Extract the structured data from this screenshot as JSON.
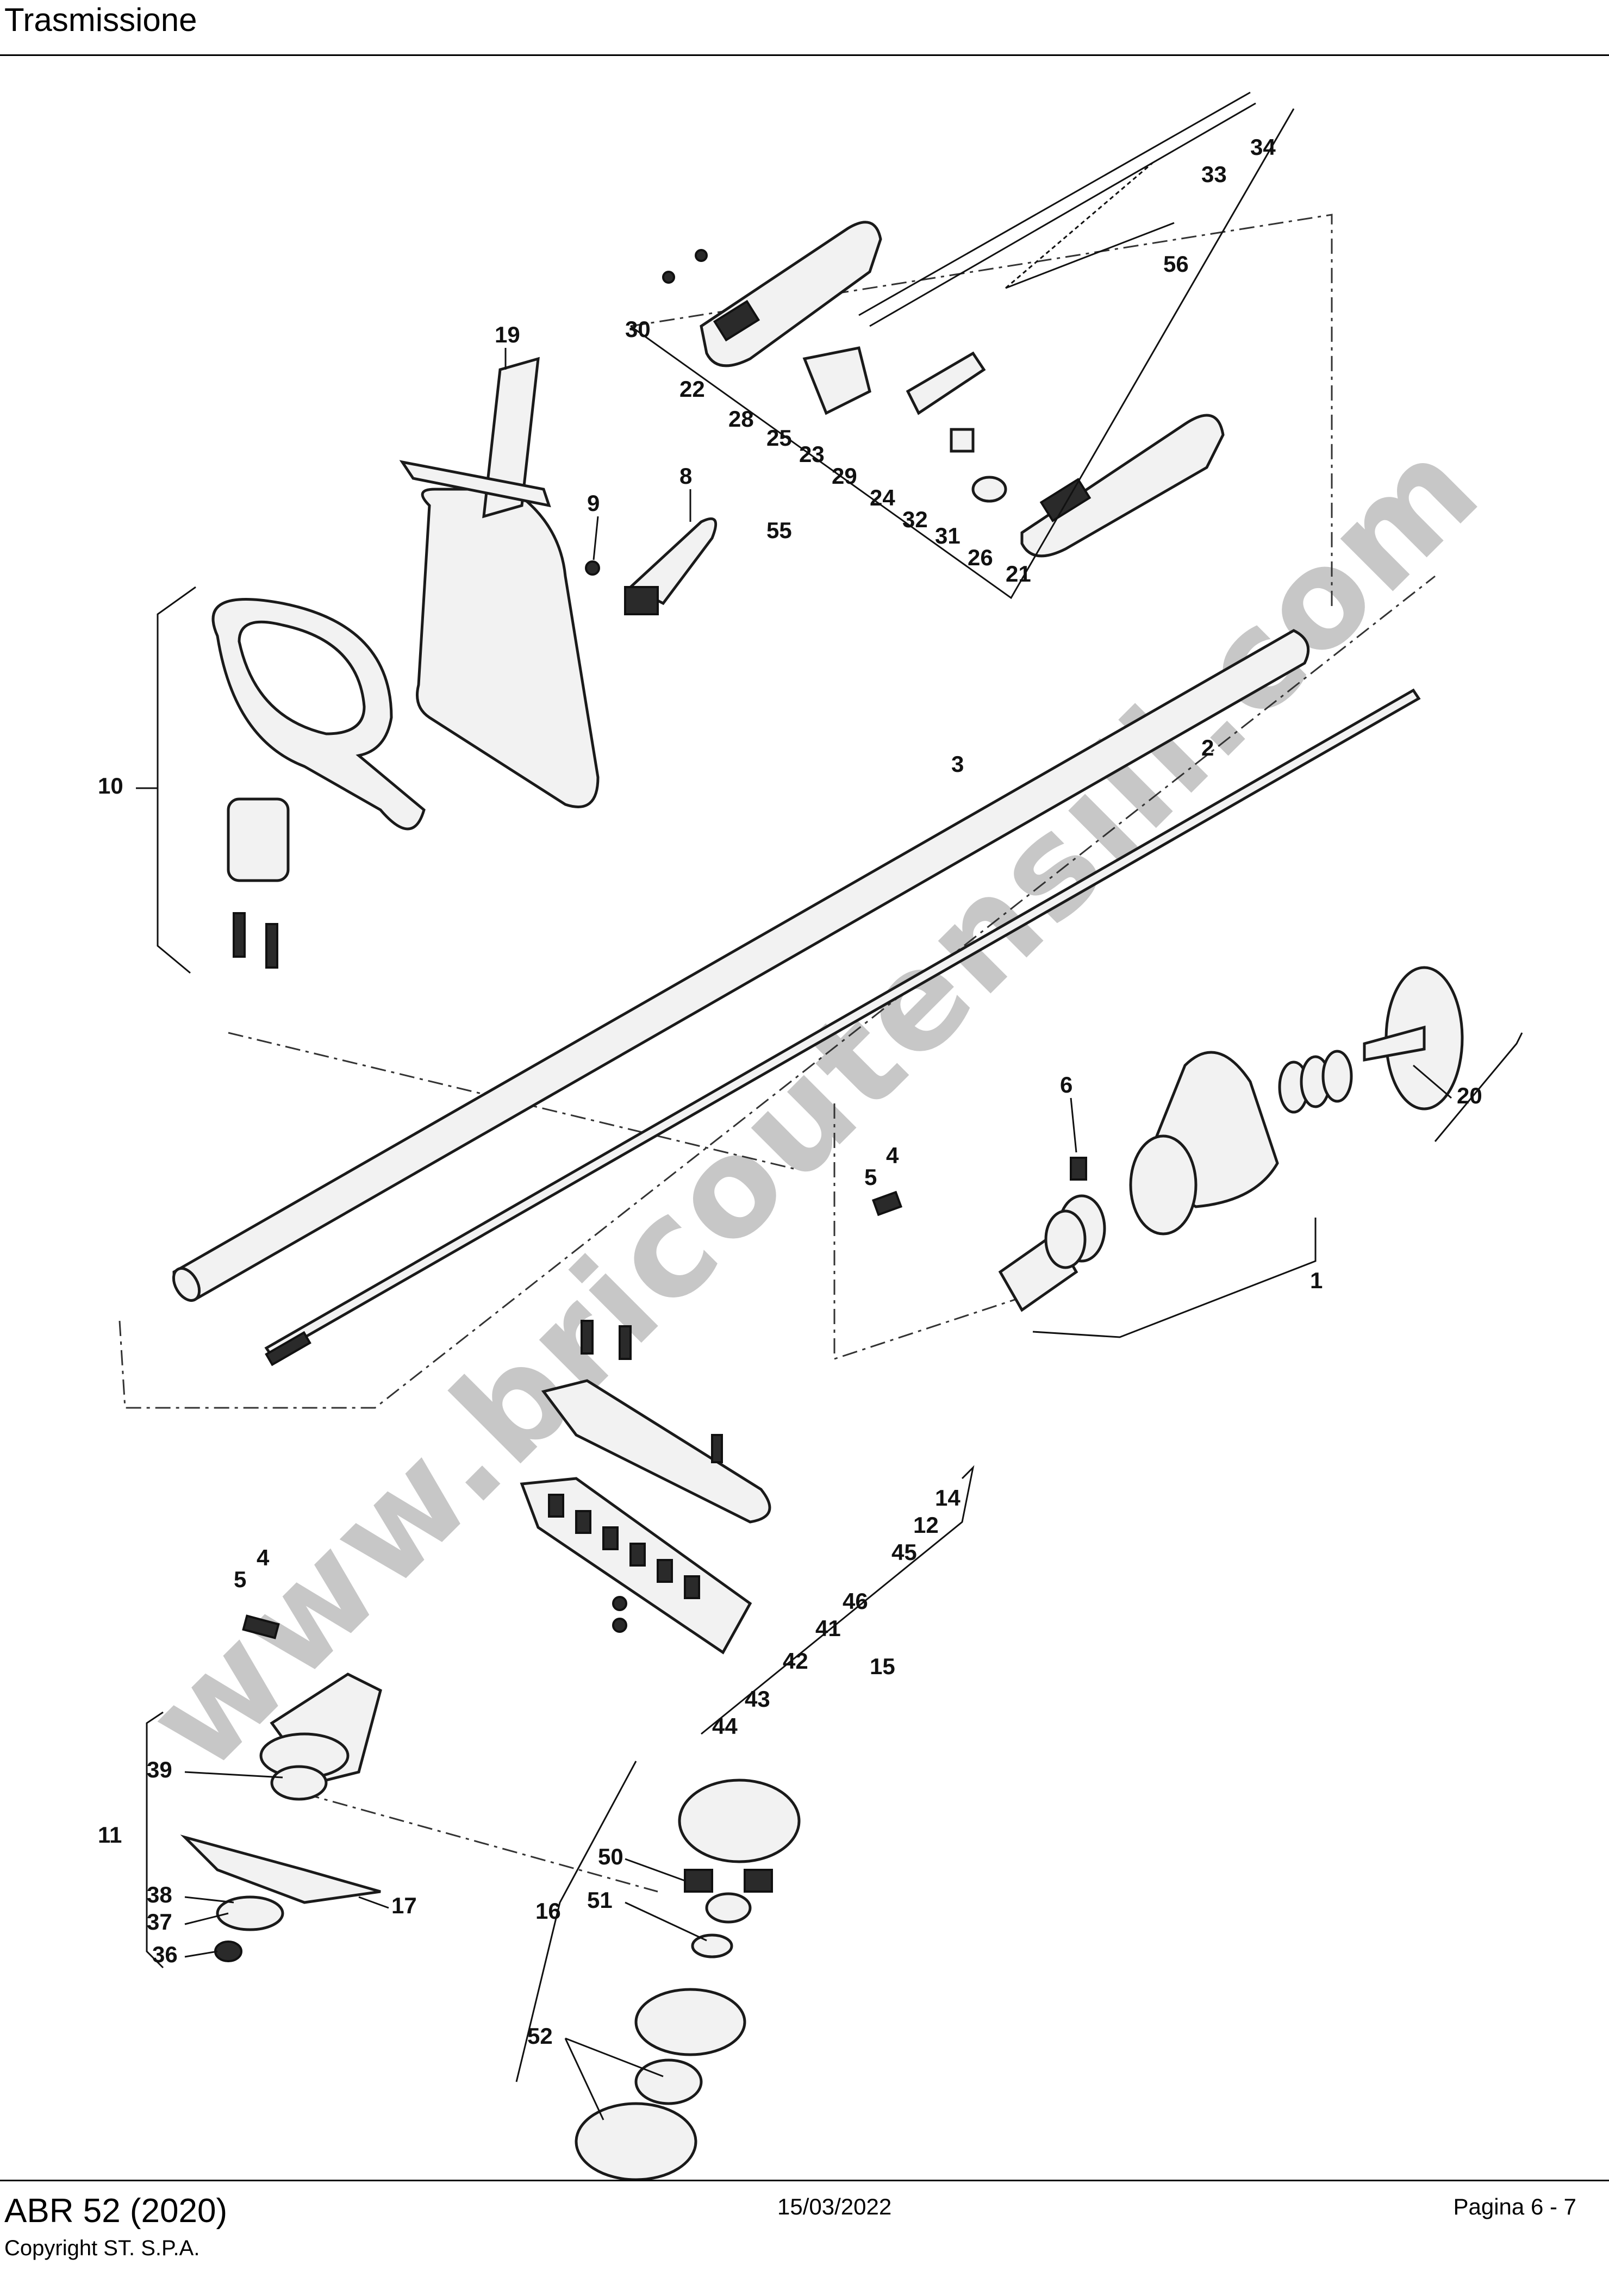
{
  "header": {
    "title": "Trasmissione"
  },
  "watermark": "www.bricoutensili.com",
  "callouts": {
    "c1": "1",
    "c2": "2",
    "c3": "3",
    "c4a": "4",
    "c4b": "4",
    "c5a": "5",
    "c5b": "5",
    "c6": "6",
    "c8": "8",
    "c9": "9",
    "c10": "10",
    "c11": "11",
    "c12": "12",
    "c14": "14",
    "c15": "15",
    "c16": "16",
    "c17": "17",
    "c19": "19",
    "c20": "20",
    "c21": "21",
    "c22": "22",
    "c23": "23",
    "c24": "24",
    "c25": "25",
    "c26": "26",
    "c28": "28",
    "c29": "29",
    "c30": "30",
    "c31": "31",
    "c32": "32",
    "c33": "33",
    "c34": "34",
    "c36": "36",
    "c37": "37",
    "c38": "38",
    "c39": "39",
    "c41": "41",
    "c42": "42",
    "c43": "43",
    "c44": "44",
    "c45": "45",
    "c46": "46",
    "c50": "50",
    "c51": "51",
    "c52": "52",
    "c55": "55",
    "c56": "56"
  },
  "footer": {
    "model": "ABR 52 (2020)",
    "date": "15/03/2022",
    "page": "Pagina 6 - 7",
    "copyright": "Copyright ST. S.P.A."
  }
}
